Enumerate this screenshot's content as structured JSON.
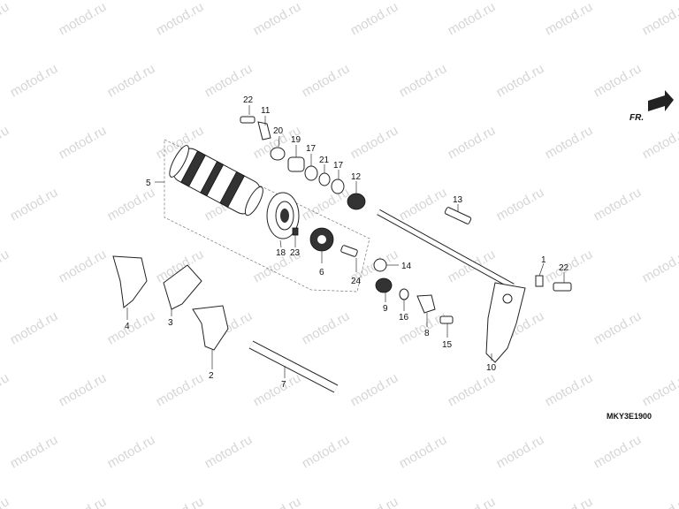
{
  "diagram": {
    "code": "MKY3E1900",
    "direction_label": "FR.",
    "watermark": "motod.ru",
    "callouts": [
      "22",
      "11",
      "20",
      "19",
      "17",
      "21",
      "17",
      "12",
      "5",
      "13",
      "18",
      "23",
      "6",
      "24",
      "14",
      "1",
      "22",
      "4",
      "3",
      "9",
      "16",
      "8",
      "15",
      "2",
      "7",
      "10"
    ]
  }
}
